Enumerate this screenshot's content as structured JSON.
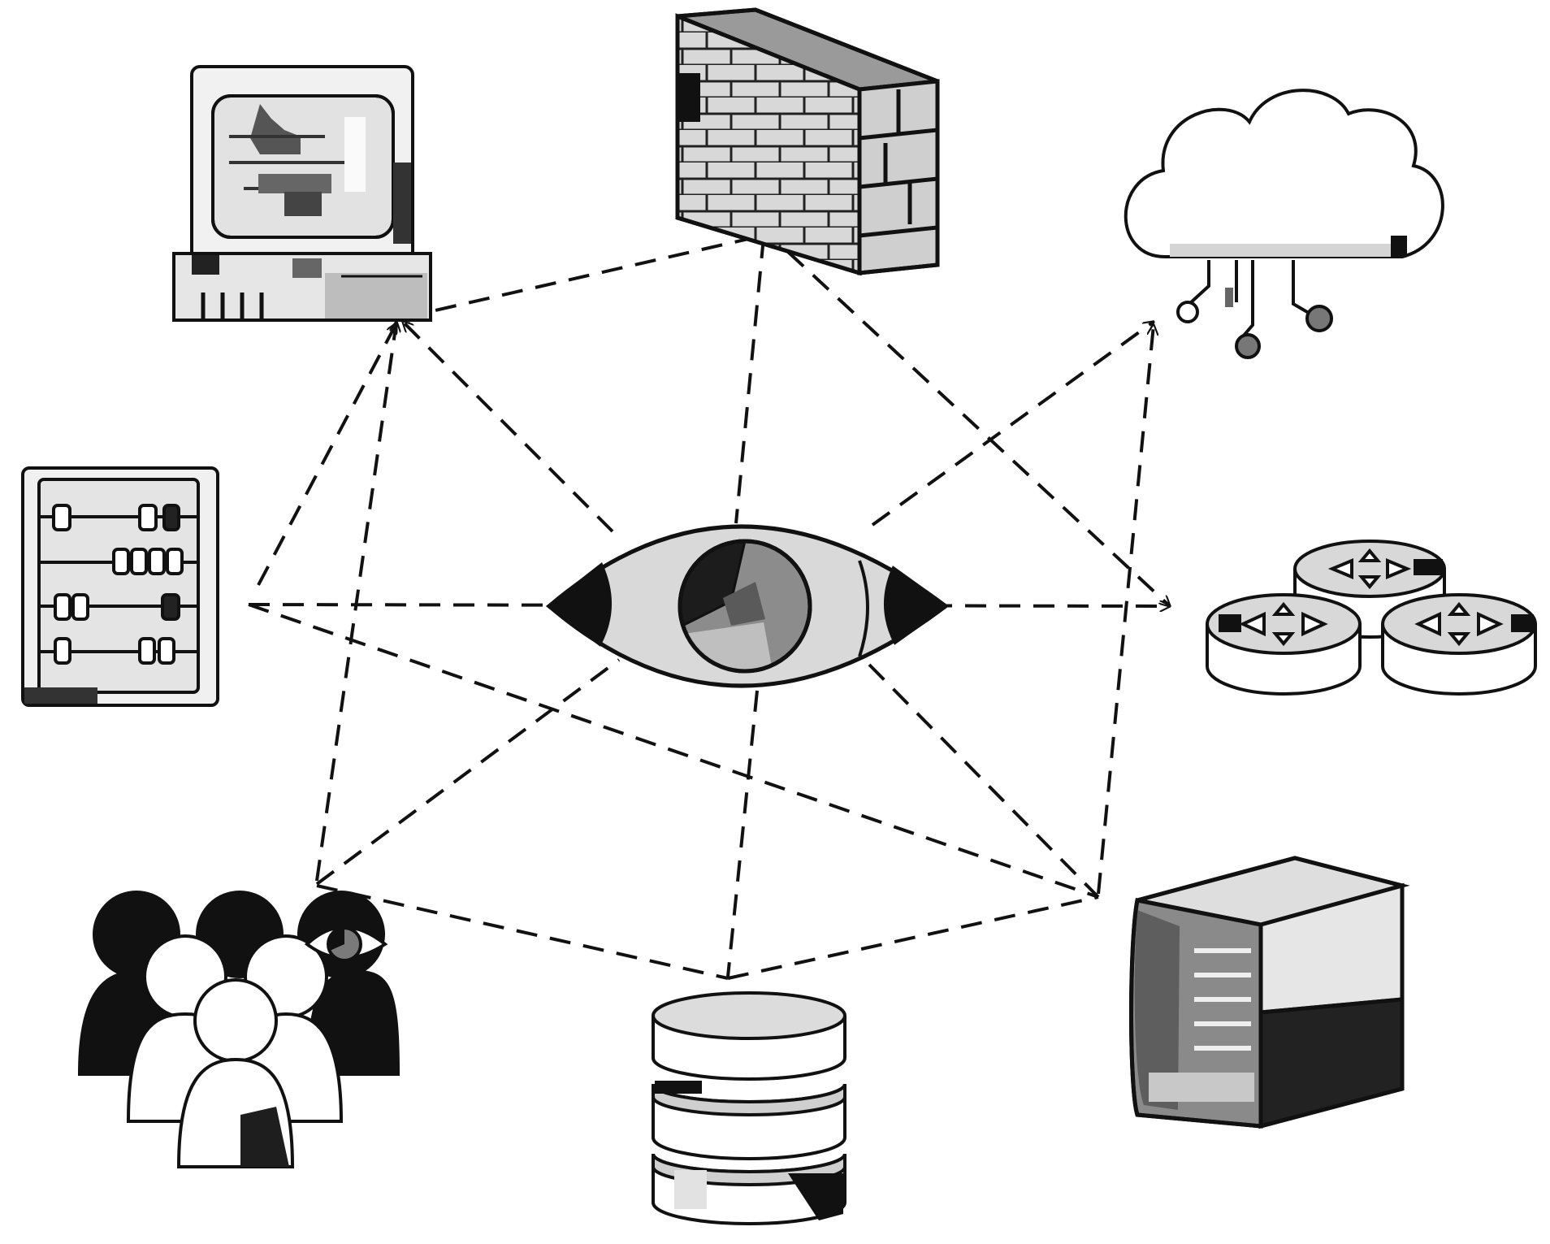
{
  "diagram": {
    "type": "network-surveillance-diagram",
    "center_node": {
      "id": "eye",
      "icon": "eye-icon"
    },
    "nodes": [
      {
        "id": "computer",
        "icon": "desktop-computer-icon"
      },
      {
        "id": "firewall",
        "icon": "firewall-brick-wall-icon"
      },
      {
        "id": "cloud",
        "icon": "cloud-network-icon"
      },
      {
        "id": "rack",
        "icon": "equipment-rack-icon"
      },
      {
        "id": "routers",
        "icon": "router-stack-icon"
      },
      {
        "id": "users",
        "icon": "user-group-with-eye-icon"
      },
      {
        "id": "database",
        "icon": "database-cylinder-icon"
      },
      {
        "id": "server",
        "icon": "server-tower-icon"
      }
    ],
    "edges": [
      {
        "from": "firewall",
        "to": "computer",
        "arrow": true
      },
      {
        "from": "users",
        "to": "computer",
        "arrow": true
      },
      {
        "from": "rack",
        "to": "computer",
        "arrow": true
      },
      {
        "from": "eye",
        "to": "computer",
        "arrow": true
      },
      {
        "from": "firewall",
        "to": "eye",
        "arrow": false
      },
      {
        "from": "firewall",
        "to": "routers",
        "arrow": true
      },
      {
        "from": "eye",
        "to": "cloud",
        "arrow": true
      },
      {
        "from": "server",
        "to": "cloud",
        "arrow": true
      },
      {
        "from": "rack",
        "to": "routers",
        "arrow": true
      },
      {
        "from": "rack",
        "to": "server",
        "arrow": false
      },
      {
        "from": "users",
        "to": "eye",
        "arrow": false
      },
      {
        "from": "eye",
        "to": "database",
        "arrow": false
      },
      {
        "from": "eye",
        "to": "server",
        "arrow": false
      },
      {
        "from": "users",
        "to": "database",
        "arrow": false
      },
      {
        "from": "database",
        "to": "server",
        "arrow": false
      }
    ],
    "colors": {
      "ink": "#111111",
      "light_gray": "#dcdcdc",
      "mid_gray": "#8a8a8a",
      "dark_gray": "#3a3a3a",
      "background": "#ffffff"
    }
  }
}
